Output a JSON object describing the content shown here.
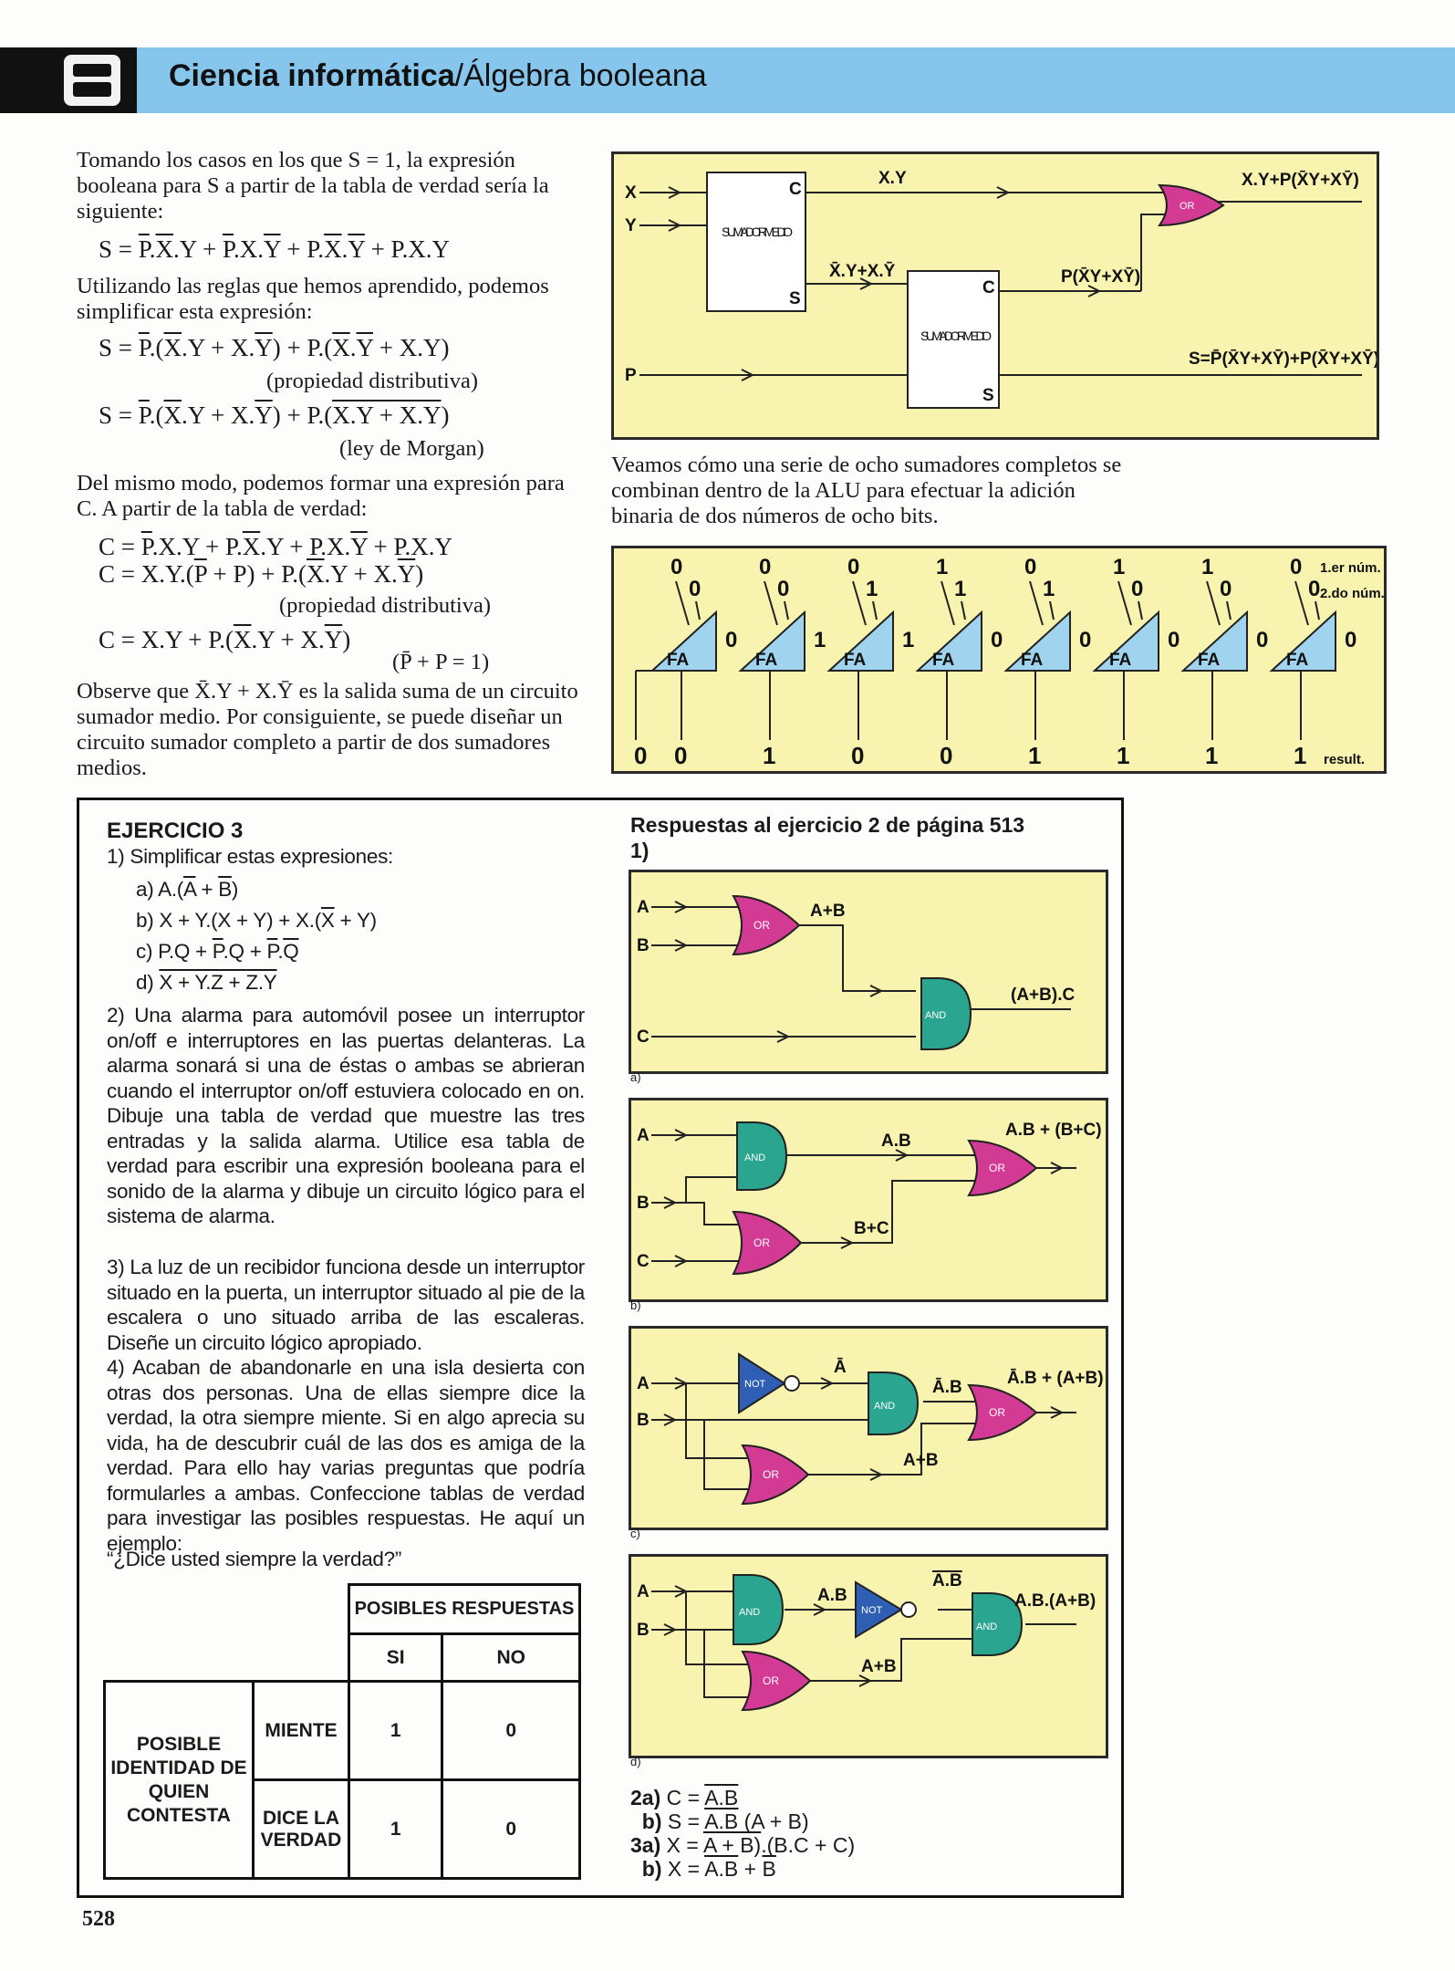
{
  "header": {
    "title_bold": "Ciencia informática",
    "title_rest": "/Álgebra booleana"
  },
  "left": {
    "p1": "Tomando los casos en los que S = 1, la expresión booleana para S a partir de la tabla de verdad sería la siguiente:",
    "p2": "Utilizando las reglas que hemos aprendido, podemos simplificar esta expresión:",
    "note1": "(propiedad distributiva)",
    "note2": "(ley de Morgan)",
    "p3": "Del mismo modo, podemos formar una expresión para C. A partir de la tabla de verdad:",
    "note3": "(propiedad distributiva)",
    "note4": "(P̄ + P = 1)",
    "p4": "Observe que X̄.Y + X.Ȳ es la salida suma de un circuito sumador medio. Por consiguiente, se puede diseñar un circuito sumador completo a partir de dos sumadores medios."
  },
  "adder": {
    "in_x": "X",
    "in_y": "Y",
    "in_p": "P",
    "block": "SUMADOR MEDIO",
    "c": "C",
    "s": "S",
    "xy": "X.Y",
    "half_sum": "X̄.Y+X.Ȳ",
    "p_term": "P(X̄Y+XȲ)",
    "or": "OR",
    "carry_out": "X.Y+P(X̄Y+XȲ)",
    "sum_out": "S=P̄(X̄Y+XȲ)+P(X̄Y+XȲ)"
  },
  "alu_caption": "Veamos cómo una serie de ocho sumadores completos se combinan dentro de la ALU para efectuar la adición binaria de dos números de ocho bits.",
  "alu": {
    "fa": "FA",
    "num1": [
      "0",
      "0",
      "0",
      "1",
      "0",
      "1",
      "1",
      "0"
    ],
    "num2": [
      "0",
      "0",
      "1",
      "1",
      "1",
      "0",
      "0",
      "0"
    ],
    "carries": [
      "0",
      "1",
      "1",
      "0",
      "0",
      "0",
      "0",
      "0"
    ],
    "result": [
      "0",
      "0",
      "1",
      "0",
      "0",
      "1",
      "1",
      "1",
      "1"
    ],
    "label1": "1.er núm.",
    "label2": "2.do núm.",
    "label_res": "result."
  },
  "exercise": {
    "title": "EJERCICIO 3",
    "q1": "1) Simplificar estas expresiones:",
    "q1a": "a) A.(Ā + B̄)",
    "q1b": "b) X + Y.(X + Y) + X.(X̄ + Y)",
    "q1c": "c) P.Q + P̄.Q + P̄.Q̄",
    "q1d": "d) X̄ + Y.Z̄ + Z̄.Y",
    "q2": "2) Una alarma para automóvil posee un interruptor on/off e interruptores en las puertas delanteras. La alarma sonará si una de éstas o ambas se abrieran cuando el interruptor on/off estuviera colocado en on. Dibuje una tabla de verdad que muestre las tres entradas y la salida alarma. Utilice esa tabla de verdad para escribir una expresión booleana para el sonido de la alarma y dibuje un circuito lógico para el sistema de alarma.",
    "q3": "3) La luz de un recibidor funciona desde un interruptor situado en la puerta, un interruptor situado al pie de la escalera o uno situado arriba de las escaleras. Diseñe un circuito lógico apropiado.",
    "q4": "4) Acaban de abandonarle en una isla desierta con otras dos personas. Una de ellas siempre dice la verdad, la otra siempre miente. Si en algo aprecia su vida, ha de descubrir cuál de las dos es amiga de la verdad. Para ello hay varias preguntas que podría formularles a ambas. Confeccione tablas de verdad para investigar las posibles respuestas. He aquí un ejemplo:",
    "quote": "“¿Dice usted siempre la verdad?”",
    "table": {
      "h_posibles": "POSIBLES",
      "h_respuestas": "RESPUESTAS",
      "si": "SI",
      "no": "NO",
      "row_head": "POSIBLE IDENTIDAD DE QUIEN CONTESTA",
      "r1": "MIENTE",
      "r1_si": "1",
      "r1_no": "0",
      "r2": "DICE LA VERDAD",
      "r2_si": "1",
      "r2_no": "0"
    }
  },
  "answers": {
    "title": "Respuestas al ejercicio 2 de página 513",
    "one": "1)",
    "a": {
      "cap": "a)",
      "A": "A",
      "B": "B",
      "C": "C",
      "or": "OR",
      "and": "AND",
      "ab": "A+B",
      "out": "(A+B).C"
    },
    "b": {
      "cap": "b)",
      "A": "A",
      "B": "B",
      "C": "C",
      "or": "OR",
      "and": "AND",
      "ab": "A.B",
      "bc": "B+C",
      "out": "A.B + (B+C)"
    },
    "c": {
      "cap": "c)",
      "A": "A",
      "B": "B",
      "not": "NOT",
      "and": "AND",
      "or": "OR",
      "na": "Ā",
      "nab": "Ā.B",
      "apb": "A+B",
      "out": "Ā.B + (A+B)"
    },
    "d": {
      "cap": "d)",
      "A": "A",
      "B": "B",
      "and": "AND",
      "not": "NOT",
      "or": "OR",
      "ab": "A.B",
      "nab": "A.B",
      "apb": "A+B",
      "out": "A.B.(A+B)"
    },
    "l2a": "2a) C = A.B",
    "l2b": "b) S = A.B (A + B)",
    "l3a": "3a) X = A + B).(B.C + C)",
    "l3b": "b) X = A.B + B"
  },
  "page_number": "528",
  "colors": {
    "header": "#86c6ec",
    "panel": "#f8f3ae",
    "or_gate": "#d23a93",
    "and_gate": "#2aa58f",
    "not_gate": "#2e5fb5",
    "fa": "#9fd3ee"
  }
}
